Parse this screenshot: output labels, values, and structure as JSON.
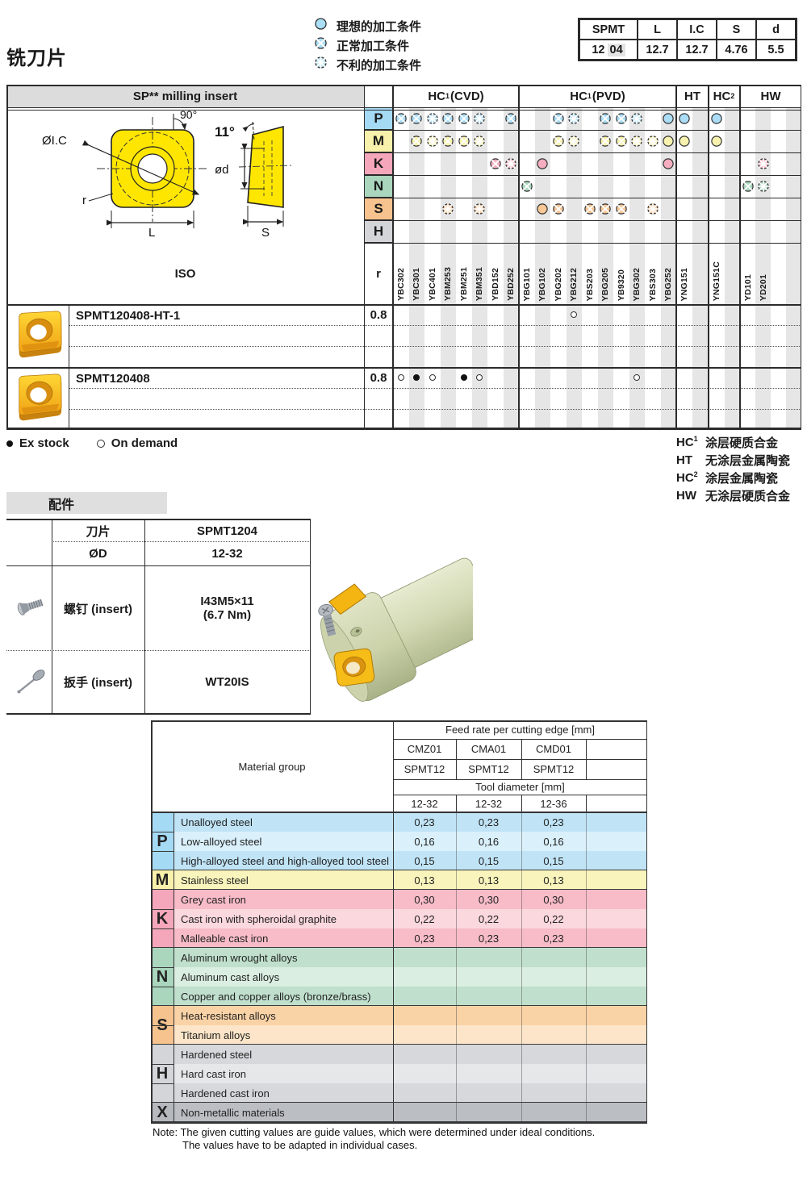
{
  "page_title": "铣刀片",
  "condition_legend": [
    {
      "type": "ideal",
      "label": "理想的加工条件"
    },
    {
      "type": "normal",
      "label": "正常加工条件"
    },
    {
      "type": "unfavorable",
      "label": "不利的加工条件"
    }
  ],
  "spec_table": {
    "headers": [
      "SPMT",
      "L",
      "I.C",
      "S",
      "d"
    ],
    "size_main": "12",
    "size_sub": "04",
    "values": [
      "12.7",
      "12.7",
      "4.76",
      "5.5"
    ]
  },
  "main_table": {
    "title": "SP** milling insert",
    "iso_label": "ISO",
    "r_label": "r",
    "group_headers": {
      "cvd": {
        "code": "HC",
        "sup": "1",
        "rest": " (CVD)"
      },
      "pvd": {
        "code": "HC",
        "sup": "1",
        "rest": " (PVD)"
      },
      "ht": {
        "code": "HT",
        "sup": "",
        "rest": ""
      },
      "hc2": {
        "code": "HC",
        "sup": "2",
        "rest": ""
      },
      "hw": {
        "code": "HW",
        "sup": "",
        "rest": ""
      }
    },
    "grades": [
      {
        "group": "cvd",
        "name": "YBC302"
      },
      {
        "group": "cvd",
        "name": "YBC301"
      },
      {
        "group": "cvd",
        "name": "YBC401"
      },
      {
        "group": "cvd",
        "name": "YBM253"
      },
      {
        "group": "cvd",
        "name": "YBM251"
      },
      {
        "group": "cvd",
        "name": "YBM351"
      },
      {
        "group": "cvd",
        "name": "YBD152"
      },
      {
        "group": "cvd",
        "name": "YBD252"
      },
      {
        "group": "pvd",
        "name": "YBG101"
      },
      {
        "group": "pvd",
        "name": "YBG102"
      },
      {
        "group": "pvd",
        "name": "YBG202"
      },
      {
        "group": "pvd",
        "name": "YBG212"
      },
      {
        "group": "pvd",
        "name": "YBS203"
      },
      {
        "group": "pvd",
        "name": "YBG205"
      },
      {
        "group": "pvd",
        "name": "YB9320"
      },
      {
        "group": "pvd",
        "name": "YBG302"
      },
      {
        "group": "pvd",
        "name": "YBS303"
      },
      {
        "group": "pvd",
        "name": "YBG252"
      },
      {
        "group": "ht",
        "name": "YNG151"
      },
      {
        "group": "ht",
        "name": ""
      },
      {
        "group": "hc2",
        "name": "YNG151C"
      },
      {
        "group": "hc2",
        "name": ""
      },
      {
        "group": "hw",
        "name": "YD101"
      },
      {
        "group": "hw",
        "name": "YD201"
      },
      {
        "group": "hw",
        "name": ""
      },
      {
        "group": "hw",
        "name": ""
      }
    ],
    "condition_rows": [
      {
        "letter": "P",
        "color": "#a5daf5",
        "icon_fill": "#abdef6",
        "conditions": {
          "YBC302": "normal",
          "YBC301": "normal",
          "YBC401": "unfavorable",
          "YBM253": "normal",
          "YBM251": "normal",
          "YBM351": "unfavorable",
          "YBD252": "normal",
          "YBG202": "normal",
          "YBG212": "unfavorable",
          "YBG205": "normal",
          "YB9320": "normal",
          "YBG302": "unfavorable",
          "YBG252": "ideal",
          "YNG151": "ideal",
          "YNG151C": "ideal"
        }
      },
      {
        "letter": "M",
        "color": "#f7f1ab",
        "icon_fill": "#f8f2ae",
        "conditions": {
          "YBC301": "normal",
          "YBC401": "unfavorable",
          "YBM253": "normal",
          "YBM251": "normal",
          "YBM351": "unfavorable",
          "YBG202": "normal",
          "YBG212": "unfavorable",
          "YBG205": "normal",
          "YB9320": "normal",
          "YBG302": "unfavorable",
          "YBS303": "unfavorable",
          "YBG252": "ideal",
          "YNG151": "ideal",
          "YNG151C": "ideal"
        }
      },
      {
        "letter": "K",
        "color": "#f4a6ba",
        "icon_fill": "#f5adbf",
        "conditions": {
          "YBD152": "normal",
          "YBD252": "unfavorable",
          "YBG102": "ideal",
          "YBG252": "ideal",
          "YD201": "unfavorable"
        }
      },
      {
        "letter": "N",
        "color": "#a9d6bd",
        "icon_fill": "#abd8bf",
        "conditions": {
          "YBG101": "normal",
          "YD101": "normal",
          "YD201": "unfavorable"
        }
      },
      {
        "letter": "S",
        "color": "#f6c28e",
        "icon_fill": "#f7c795",
        "conditions": {
          "YBM253": "unfavorable",
          "YBM351": "unfavorable",
          "YBG102": "ideal",
          "YBG202": "normal",
          "YBS203": "normal",
          "YBG205": "normal",
          "YB9320": "normal",
          "YBS303": "unfavorable"
        }
      },
      {
        "letter": "H",
        "color": "#d3d5d8",
        "icon_fill": "#d6d8db",
        "conditions": {}
      }
    ],
    "products": [
      {
        "name": "SPMT120408-HT-1",
        "r": "0.8",
        "marks": {
          "YBG212": "on_demand"
        }
      },
      {
        "name": "SPMT120408",
        "r": "0.8",
        "marks": {
          "YBC302": "on_demand",
          "YBC301": "ex_stock",
          "YBC401": "on_demand",
          "YBM251": "ex_stock",
          "YBM351": "on_demand",
          "YBG302": "on_demand"
        }
      }
    ]
  },
  "availability_legend": {
    "ex_stock": "Ex stock",
    "on_demand": "On demand"
  },
  "material_legend": [
    {
      "code": "HC",
      "sup": "1",
      "text": "涂层硬质合金"
    },
    {
      "code": "HT",
      "sup": "",
      "text": "无涂层金属陶瓷"
    },
    {
      "code": "HC",
      "sup": "2",
      "text": "涂层金属陶瓷"
    },
    {
      "code": "HW",
      "sup": "",
      "text": "无涂层硬质合金"
    }
  ],
  "accessories": {
    "band_title": "配件",
    "row_insert_label": "刀片",
    "row_insert_value": "SPMT1204",
    "row_diameter_label": "ØD",
    "row_diameter_value": "12-32",
    "row_screw_label": "螺钉 (insert)",
    "row_screw_value_line1": "I43M5×11",
    "row_screw_value_line2": "(6.7 Nm)",
    "row_wrench_label": "扳手 (insert)",
    "row_wrench_value": "WT20IS"
  },
  "feed_table": {
    "material_group_label": "Material group",
    "feed_rate_title": "Feed rate per cutting edge [mm]",
    "cutters": [
      "CMZ01",
      "CMA01",
      "CMD01",
      ""
    ],
    "inserts": [
      "SPMT12",
      "SPMT12",
      "SPMT12",
      ""
    ],
    "tool_diameter_title": "Tool diameter [mm]",
    "diameters": [
      "12-32",
      "12-32",
      "12-36",
      ""
    ],
    "groups": [
      {
        "letter": "P",
        "color": "#a5daf5",
        "shades": [
          "#c0e4f6",
          "#daf0fb"
        ],
        "rows": [
          {
            "material": "Unalloyed steel",
            "values": [
              "0,23",
              "0,23",
              "0,23",
              ""
            ]
          },
          {
            "material": "Low-alloyed steel",
            "values": [
              "0,16",
              "0,16",
              "0,16",
              ""
            ]
          },
          {
            "material": "High-alloyed steel and high-alloyed tool steel",
            "values": [
              "0,15",
              "0,15",
              "0,15",
              ""
            ]
          }
        ]
      },
      {
        "letter": "M",
        "color": "#f7f1ab",
        "shades": [
          "#f9f4bc"
        ],
        "rows": [
          {
            "material": "Stainless steel",
            "values": [
              "0,13",
              "0,13",
              "0,13",
              ""
            ]
          }
        ]
      },
      {
        "letter": "K",
        "color": "#f4a6ba",
        "shades": [
          "#f7bcc8",
          "#fbd7de"
        ],
        "rows": [
          {
            "material": "Grey cast iron",
            "values": [
              "0,30",
              "0,30",
              "0,30",
              ""
            ]
          },
          {
            "material": "Cast iron with spheroidal graphite",
            "values": [
              "0,22",
              "0,22",
              "0,22",
              ""
            ]
          },
          {
            "material": "Malleable cast iron",
            "values": [
              "0,23",
              "0,23",
              "0,23",
              ""
            ]
          }
        ]
      },
      {
        "letter": "N",
        "color": "#a9d6bd",
        "shades": [
          "#c0e0cd",
          "#daeee2"
        ],
        "rows": [
          {
            "material": "Aluminum wrought alloys",
            "values": [
              "",
              "",
              "",
              ""
            ]
          },
          {
            "material": "Aluminum cast alloys",
            "values": [
              "",
              "",
              "",
              ""
            ]
          },
          {
            "material": "Copper and copper alloys (bronze/brass)",
            "values": [
              "",
              "",
              "",
              ""
            ]
          }
        ]
      },
      {
        "letter": "S",
        "color": "#f6c28e",
        "shades": [
          "#f9d2a6",
          "#fce5c8"
        ],
        "rows": [
          {
            "material": "Heat-resistant alloys",
            "values": [
              "",
              "",
              "",
              ""
            ]
          },
          {
            "material": "Titanium alloys",
            "values": [
              "",
              "",
              "",
              ""
            ]
          }
        ]
      },
      {
        "letter": "H",
        "color": "#d3d5d8",
        "shades": [
          "#d6d8db",
          "#e5e7e9"
        ],
        "rows": [
          {
            "material": "Hardened steel",
            "values": [
              "",
              "",
              "",
              ""
            ]
          },
          {
            "material": "Hard cast iron",
            "values": [
              "",
              "",
              "",
              ""
            ]
          },
          {
            "material": "Hardened cast iron",
            "values": [
              "",
              "",
              "",
              ""
            ]
          }
        ]
      },
      {
        "letter": "X",
        "color": "#b5b9be",
        "shades": [
          "#bbbec3"
        ],
        "rows": [
          {
            "material": "Non-metallic materials",
            "values": [
              "",
              "",
              "",
              ""
            ]
          }
        ]
      }
    ],
    "note_label": "Note:",
    "note_line1": "The given cutting values are guide values, which were determined under ideal conditions.",
    "note_line2": "The values have to be adapted in individual cases."
  }
}
